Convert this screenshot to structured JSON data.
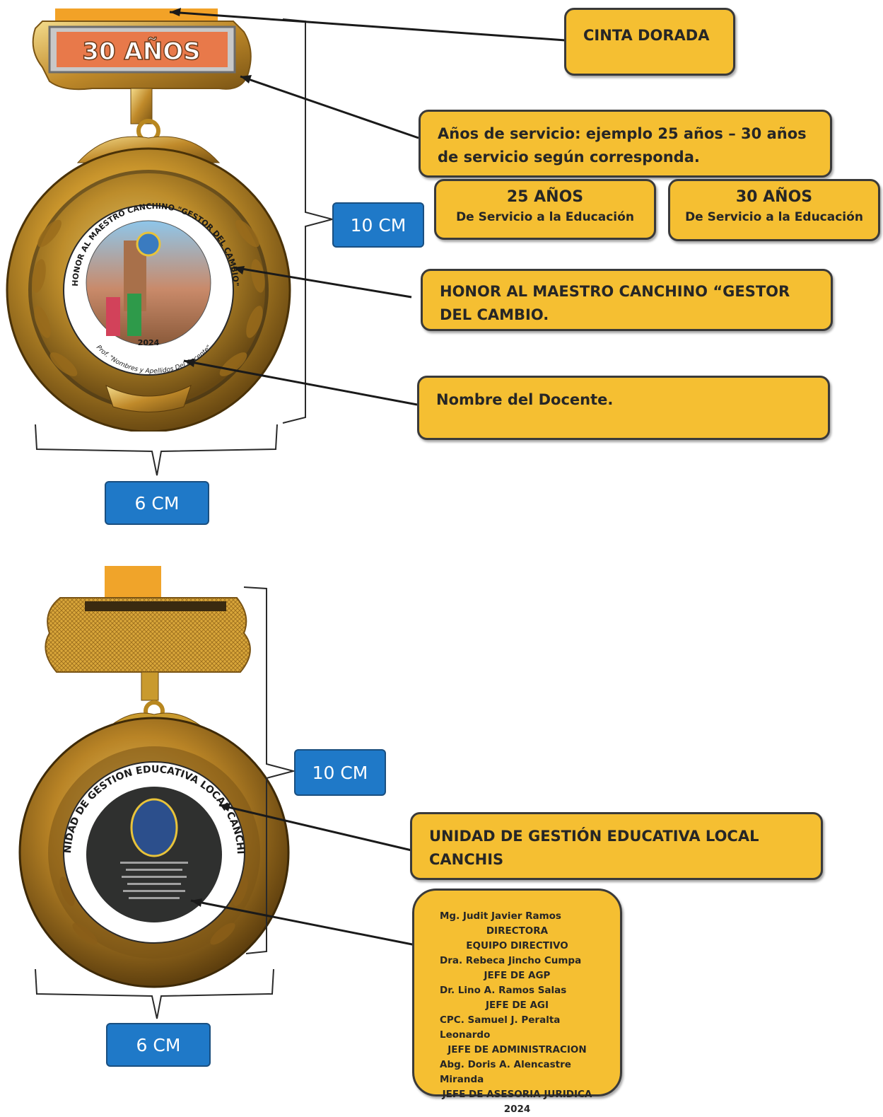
{
  "medal_front": {
    "top_plaque_text": "30 AÑOS",
    "ring_text": "HONOR AL MAESTRO CANCHINO \"GESTOR DEL CAMBIO\"",
    "year": "2024",
    "name_text": "Prof. \"Nombres y Apellidos Del Docente\""
  },
  "medal_back": {
    "ring_text": "UNIDAD DE GESTION EDUCATIVA LOCAL CANCHIS"
  },
  "callouts": {
    "ribbon": "CINTA DORADA",
    "service_years": "Años de servicio: ejemplo 25 años – 30 años de servicio según corresponda.",
    "option_25_title": "25 AÑOS",
    "option_25_sub": "De Servicio a la Educación",
    "option_30_title": "30 AÑOS",
    "option_30_sub": "De Servicio a la Educación",
    "honor": "HONOR AL MAESTRO CANCHINO “GESTOR DEL CAMBIO.",
    "teacher": "Nombre del Docente.",
    "ugel": "UNIDAD DE GESTIÓN EDUCATIVA LOCAL CANCHIS",
    "staff": [
      "Mg. Judit Javier Ramos",
      "DIRECTORA",
      "EQUIPO DIRECTIVO",
      "Dra. Rebeca Jincho Cumpa",
      "JEFE DE AGP",
      "Dr. Lino A. Ramos Salas",
      "JEFE DE AGI",
      "CPC. Samuel J. Peralta Leonardo",
      "JEFE DE ADMINISTRACION",
      "Abg. Doris A. Alencastre Miranda",
      "JEFE DE ASESORIA JURIDICA",
      "2024"
    ]
  },
  "dimensions": {
    "front_height": "10 CM",
    "front_width": "6 CM",
    "back_height": "10 CM",
    "back_width": "6 CM"
  },
  "colors": {
    "callout_fill": "#f5bf32",
    "dimension_fill": "#1f79c8",
    "gold": "#c99a2e",
    "plaque_orange": "#e8794a"
  }
}
